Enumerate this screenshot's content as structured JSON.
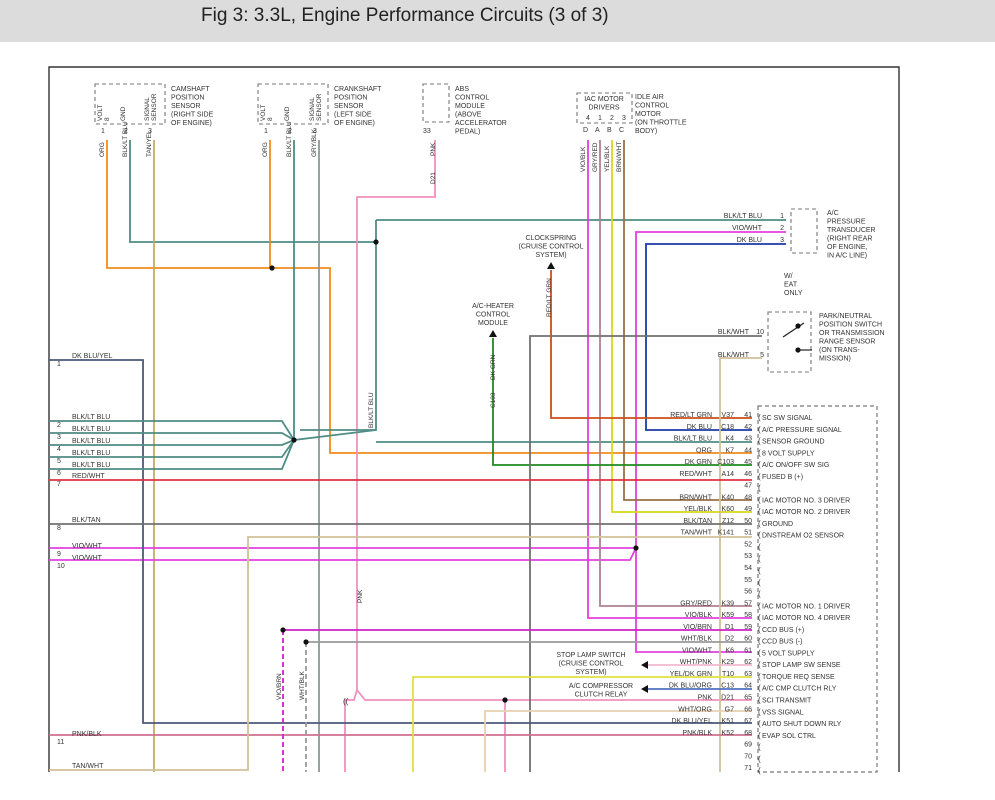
{
  "title": "Fig 3: 3.3L, Engine Performance Circuits (3 of 3)",
  "colors": {
    "org": "#f08c1e",
    "blk_lt_blu": "#4e8c84",
    "tan_yel": "#c9ab5c",
    "gry_blk": "#8c9896",
    "pnk": "#f090bf",
    "vio_wht": "#e040e0",
    "yel_blk": "#d8d818",
    "brn_wht": "#9a7046",
    "dk_blu": "#1a3aa8",
    "red_wht": "#e03040",
    "red_lt_grn": "#cc4f1a",
    "dk_grn": "#1e8a1e",
    "gry_red": "#b08090",
    "blk_tan": "#707070",
    "tan_wht": "#d0c098",
    "pnk_blk": "#d07090",
    "dk_blu_yel": "#4a5a7a",
    "wht_blk": "#999999",
    "vio_brn": "#d020c8",
    "wht_pnk": "#f0b8d0",
    "yel_dk_grn": "#e0e040",
    "dk_blu_org": "#5070c0",
    "wht_org": "#e8d0b0",
    "frame": "#333333",
    "module_border": "#777777"
  },
  "components": {
    "camshaft": {
      "pins": [
        {
          "num": "1",
          "label": "8 VOLT SUPPLY"
        },
        {
          "num": "2",
          "label": "GND"
        },
        {
          "num": "3",
          "label": "SENSOR SIGNAL"
        }
      ],
      "desc": [
        "CAMSHAFT",
        "POSITION",
        "SENSOR",
        "(RIGHT SIDE",
        "OF ENGINE)"
      ],
      "wires": [
        "ORG",
        "BLK/LT BLU",
        "TAN/YEL"
      ]
    },
    "crankshaft": {
      "pins": [
        {
          "num": "1",
          "label": "8 VOLT SUPPLY"
        },
        {
          "num": "2",
          "label": "GND"
        },
        {
          "num": "3",
          "label": "SENSOR SIGNAL"
        }
      ],
      "desc": [
        "CRANKSHAFT",
        "POSITION",
        "SENSOR",
        "(LEFT SIDE",
        "OF ENGINE)"
      ],
      "wires": [
        "ORG",
        "BLK/LT BLU",
        "GRY/BLK"
      ]
    },
    "abs": {
      "pin": "33",
      "desc": [
        "ABS",
        "CONTROL",
        "MODULE",
        "(ABOVE",
        "ACCELERATOR",
        "PEDAL)"
      ],
      "wire": "PNK",
      "circuit": "D21"
    },
    "iac": {
      "box": [
        "IAC MOTOR",
        "DRIVERS"
      ],
      "pin_letters": [
        "D",
        "A",
        "B",
        "C"
      ],
      "pin_nums": [
        "4",
        "1",
        "2",
        "3"
      ],
      "desc": [
        "IDLE AIR",
        "CONTROL",
        "MOTOR",
        "(ON THROTTLE",
        "BODY)"
      ],
      "wires": [
        "VIO/BLK",
        "GRY/RED",
        "YEL/BLK",
        "BRN/WHT"
      ]
    },
    "ac_pressure": {
      "pins": [
        {
          "num": "1",
          "wire": "BLK/LT BLU"
        },
        {
          "num": "2",
          "wire": "VIO/WHT"
        },
        {
          "num": "3",
          "wire": "DK BLU"
        }
      ],
      "desc": [
        "A/C",
        "PRESSURE",
        "TRANSDUCER",
        "(RIGHT REAR",
        "OF ENGINE,",
        "IN A/C LINE)"
      ]
    },
    "park_neutral": {
      "note": [
        "W/",
        "EAT",
        "ONLY"
      ],
      "pins": [
        {
          "num": "10",
          "wire": "BLK/WHT"
        },
        {
          "num": "5",
          "wire": "BLK/WHT"
        }
      ],
      "desc": [
        "PARK/NEUTRAL",
        "POSITION SWITCH",
        "OR TRANSMISSION",
        "RANGE SENSOR",
        "(ON TRANS-",
        "MISSION)"
      ]
    },
    "clockspring": {
      "desc": [
        "CLOCKSPRING",
        "(CRUISE CONTROL",
        "SYSTEM)"
      ],
      "wire": "RED/LT GRN"
    },
    "ac_heater": {
      "desc": [
        "A/C-HEATER",
        "CONTROL",
        "MODULE"
      ],
      "wire": "DK GRN",
      "circuit": "C103"
    },
    "stop_lamp": {
      "desc": [
        "STOP LAMP SWITCH",
        "(CRUISE CONTROL",
        "SYSTEM)"
      ]
    },
    "ac_compressor": {
      "desc": [
        "A/C COMPRESSOR",
        "CLUTCH RELAY"
      ]
    },
    "mid_wire_labels": [
      "BLK/LT BLU",
      "PNK",
      "VIO/BRN",
      "WHT/BLK"
    ]
  },
  "left_wires": [
    {
      "num": "1",
      "label": "DK BLU/YEL"
    },
    {
      "num": "2",
      "label": "BLK/LT BLU"
    },
    {
      "num": "3",
      "label": "BLK/LT BLU"
    },
    {
      "num": "4",
      "label": "BLK/LT BLU"
    },
    {
      "num": "5",
      "label": "BLK/LT BLU"
    },
    {
      "num": "6",
      "label": "BLK/LT BLU"
    },
    {
      "num": "7",
      "label": "RED/WHT"
    },
    {
      "num": "8",
      "label": "BLK/TAN"
    },
    {
      "num": "9",
      "label": "VIO/WHT"
    },
    {
      "num": "10",
      "label": "VIO/WHT"
    },
    {
      "num": "11",
      "label": "PNK/BLK"
    },
    {
      "num": "",
      "label": "TAN/WHT"
    }
  ],
  "pcm_pins": [
    {
      "pin": "41",
      "wire": "RED/LT GRN",
      "circuit": "V37",
      "function": "SC SW SIGNAL"
    },
    {
      "pin": "42",
      "wire": "DK BLU",
      "circuit": "C18",
      "function": "A/C PRESSURE SIGNAL"
    },
    {
      "pin": "43",
      "wire": "BLK/LT BLU",
      "circuit": "K4",
      "function": "SENSOR GROUND"
    },
    {
      "pin": "44",
      "wire": "ORG",
      "circuit": "K7",
      "function": "8 VOLT SUPPLY"
    },
    {
      "pin": "45",
      "wire": "DK GRN",
      "circuit": "C103",
      "function": "A/C ON/OFF SW SIG"
    },
    {
      "pin": "46",
      "wire": "RED/WHT",
      "circuit": "A14",
      "function": "FUSED B (+)"
    },
    {
      "pin": "47",
      "wire": "",
      "circuit": "",
      "function": ""
    },
    {
      "pin": "48",
      "wire": "BRN/WHT",
      "circuit": "K40",
      "function": "IAC MOTOR NO. 3 DRIVER"
    },
    {
      "pin": "49",
      "wire": "YEL/BLK",
      "circuit": "K60",
      "function": "IAC MOTOR NO. 2 DRIVER"
    },
    {
      "pin": "50",
      "wire": "BLK/TAN",
      "circuit": "Z12",
      "function": "GROUND"
    },
    {
      "pin": "51",
      "wire": "TAN/WHT",
      "circuit": "K141",
      "function": "DNSTREAM O2 SENSOR"
    },
    {
      "pin": "52",
      "wire": "",
      "circuit": "",
      "function": ""
    },
    {
      "pin": "53",
      "wire": "",
      "circuit": "",
      "function": ""
    },
    {
      "pin": "54",
      "wire": "",
      "circuit": "",
      "function": ""
    },
    {
      "pin": "55",
      "wire": "",
      "circuit": "",
      "function": ""
    },
    {
      "pin": "56",
      "wire": "",
      "circuit": "",
      "function": ""
    },
    {
      "pin": "57",
      "wire": "GRY/RED",
      "circuit": "K39",
      "function": "IAC MOTOR NO. 1 DRIVER"
    },
    {
      "pin": "58",
      "wire": "VIO/BLK",
      "circuit": "K59",
      "function": "IAC MOTOR NO. 4 DRIVER"
    },
    {
      "pin": "59",
      "wire": "VIO/BRN",
      "circuit": "D1",
      "function": "CCD BUS (+)"
    },
    {
      "pin": "60",
      "wire": "WHT/BLK",
      "circuit": "D2",
      "function": "CCD BUS (-)"
    },
    {
      "pin": "61",
      "wire": "VIO/WHT",
      "circuit": "K6",
      "function": "5 VOLT SUPPLY"
    },
    {
      "pin": "62",
      "wire": "WHT/PNK",
      "circuit": "K29",
      "function": "STOP LAMP SW SENSE"
    },
    {
      "pin": "63",
      "wire": "YEL/DK GRN",
      "circuit": "T10",
      "function": "TORQUE REQ SENSE"
    },
    {
      "pin": "64",
      "wire": "DK BLU/ORG",
      "circuit": "C13",
      "function": "A/C CMP CLUTCH RLY"
    },
    {
      "pin": "65",
      "wire": "PNK",
      "circuit": "D21",
      "function": "SCI TRANSMIT"
    },
    {
      "pin": "66",
      "wire": "WHT/ORG",
      "circuit": "G7",
      "function": "VSS SIGNAL"
    },
    {
      "pin": "67",
      "wire": "DK BLU/YEL",
      "circuit": "K51",
      "function": "AUTO SHUT DOWN RLY"
    },
    {
      "pin": "68",
      "wire": "PNK/BLK",
      "circuit": "K52",
      "function": "EVAP SOL CTRL"
    },
    {
      "pin": "69",
      "wire": "",
      "circuit": "",
      "function": ""
    },
    {
      "pin": "70",
      "wire": "",
      "circuit": "",
      "function": ""
    },
    {
      "pin": "71",
      "wire": "",
      "circuit": "",
      "function": ""
    }
  ]
}
